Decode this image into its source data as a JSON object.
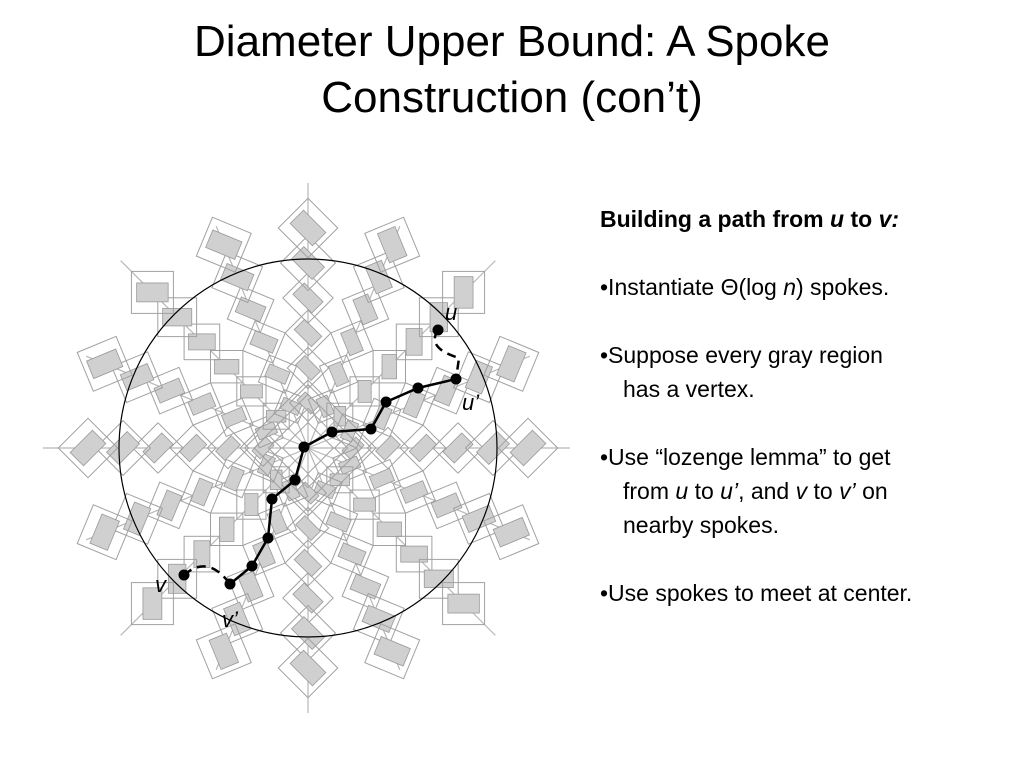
{
  "title": {
    "line1": "Diameter Upper Bound: A Spoke",
    "line2": "Construction (con’t)"
  },
  "diagram": {
    "labels": {
      "u": "u",
      "u_prime": "u’",
      "v": "v",
      "v_prime": "v’"
    }
  },
  "text": {
    "heading_prefix": "Building a path from ",
    "heading_u": "u",
    "heading_mid": " to ",
    "heading_v": "v:",
    "bullet1_prefix": "•Instantiate Θ(log ",
    "bullet1_n": "n",
    "bullet1_suffix": ") spokes.",
    "bullet2_line1": "•Suppose every gray region",
    "bullet2_line2": "has a vertex.",
    "bullet3_line1": "•Use “lozenge lemma” to get",
    "bullet3_from": "from ",
    "bullet3_u": "u",
    "bullet3_to1": " to ",
    "bullet3_uprime": "u’",
    "bullet3_and": ", and ",
    "bullet3_v": "v",
    "bullet3_to2": " to ",
    "bullet3_vprime": "v’",
    "bullet3_on": " on",
    "bullet3_line3": "nearby spokes.",
    "bullet4": "•Use spokes to meet at center."
  },
  "colors": {
    "spoke": "#b8b8b8",
    "lozenge": "#a0a0a0",
    "fill": "#d0d0d0",
    "path": "#000000"
  }
}
